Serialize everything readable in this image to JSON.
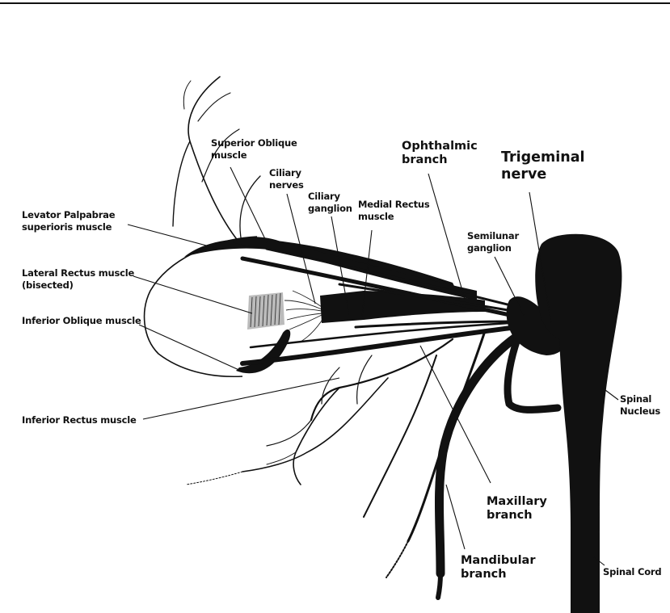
{
  "labels": {
    "superior_oblique": [
      "Superior Oblique",
      "muscle"
    ],
    "ciliary_nerves": [
      "Ciliary",
      "nerves"
    ],
    "ciliary_ganglion": [
      "Ciliary",
      "ganglion"
    ],
    "medial_rectus": [
      "Medial Rectus",
      "muscle"
    ],
    "ophthalmic": [
      "Ophthalmic",
      "branch"
    ],
    "trigeminal": [
      "Trigeminal",
      "nerve"
    ],
    "levator": [
      "Levator Palpabrae",
      "superioris muscle"
    ],
    "lateral_rectus": [
      "Lateral Rectus muscle",
      "(bisected)"
    ],
    "semilunar": [
      "Semilunar",
      "ganglion"
    ],
    "inferior_oblique": [
      "Inferior Oblique muscle"
    ],
    "spinal_nucleus": [
      "Spinal",
      "Nucleus"
    ],
    "inferior_rectus": [
      "Inferior Rectus muscle"
    ],
    "maxillary": [
      "Maxillary",
      "branch"
    ],
    "mandibular": [
      "Mandibular",
      "branch"
    ],
    "spinal_cord": [
      "Spinal Cord"
    ]
  }
}
